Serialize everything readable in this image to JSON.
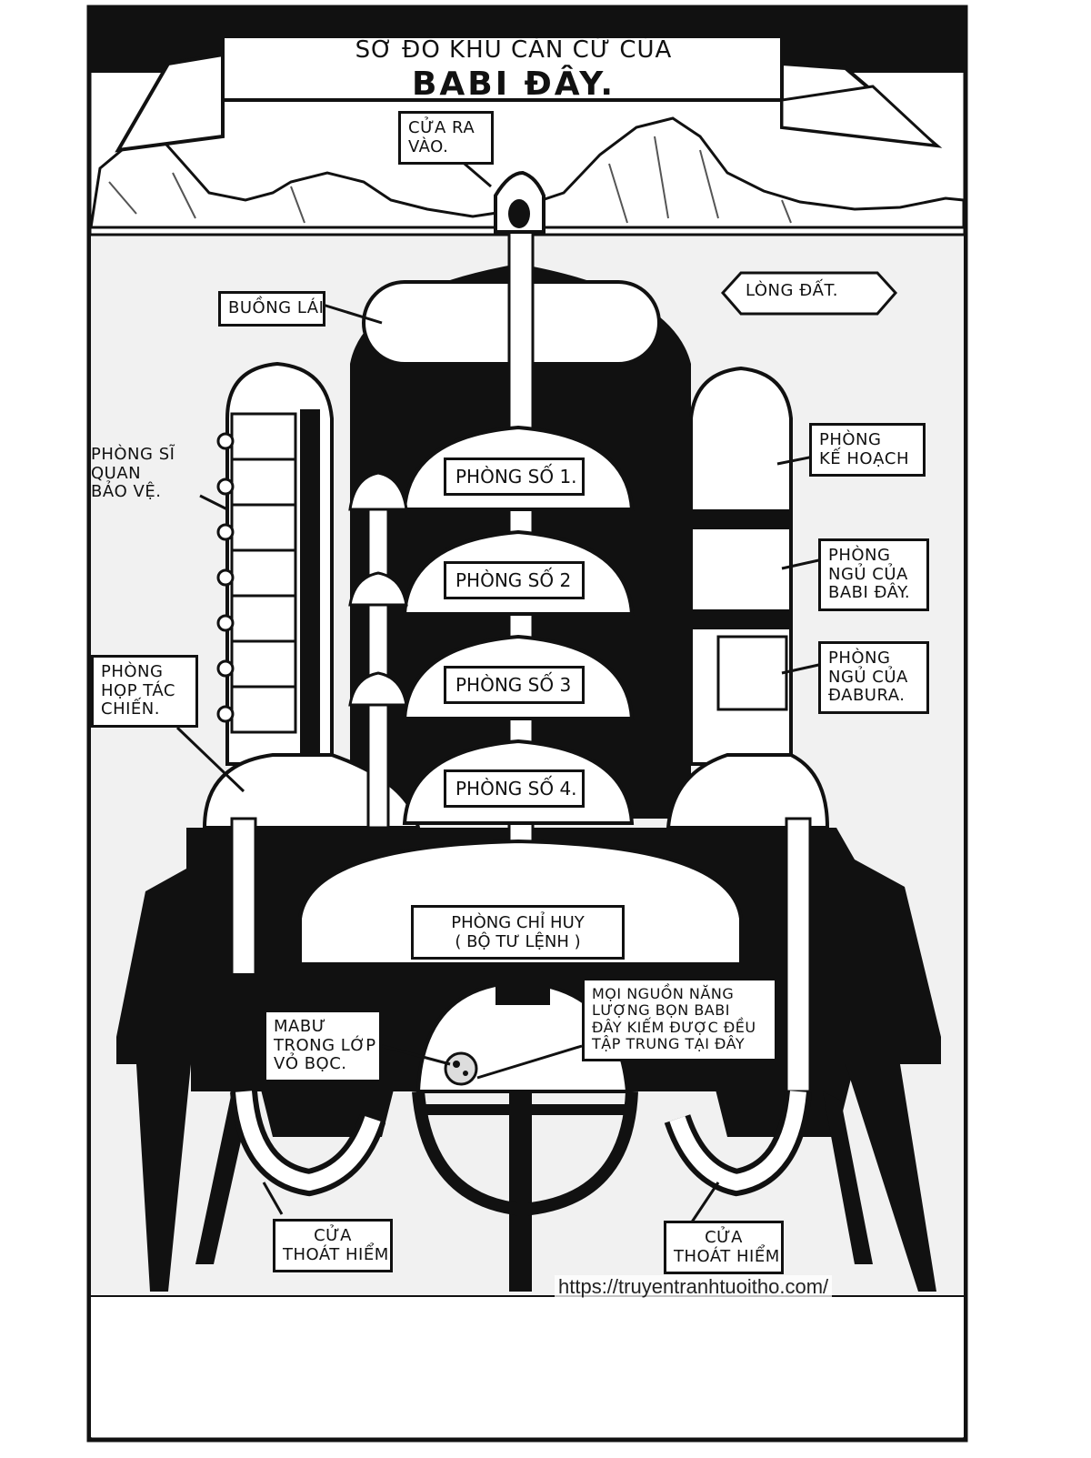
{
  "title": {
    "line1": "Sơ đồ khu căn cứ của",
    "line2": "BABI ĐÂY."
  },
  "labels": {
    "entrance": [
      "Cửa ra",
      "vào."
    ],
    "cockpit": "Buồng lái",
    "underground": "Lòng đất.",
    "guard_room": [
      "Phòng sĩ",
      "quan",
      "bảo vệ."
    ],
    "room1": "Phòng số 1.",
    "room2": "Phòng số 2",
    "room3": "Phòng số 3",
    "room4": "Phòng số 4.",
    "planning_room": [
      "Phòng",
      "kế hoạch"
    ],
    "babi_bedroom": [
      "Phòng",
      "ngủ của",
      "Babi Đây."
    ],
    "dabura_bedroom": [
      "Phòng",
      "ngủ của",
      "Đabura."
    ],
    "war_room": [
      "Phòng",
      "họp tác",
      "chiến."
    ],
    "command_room": [
      "Phòng chỉ huy",
      "( Bộ tư lệnh )"
    ],
    "majin_buu": [
      "Mabư",
      "trong lớp",
      "vỏ bọc."
    ],
    "energy": [
      "Mọi nguồn năng",
      "lượng bọn Babi",
      "Đây kiếm được đều",
      "tập trung tại đây"
    ],
    "exit_left": [
      "Cửa",
      "thoát hiểm"
    ],
    "exit_right": [
      "Cửa",
      "thoát hiểm"
    ]
  },
  "watermark": "https://truyentranhtuoitho.com/"
}
